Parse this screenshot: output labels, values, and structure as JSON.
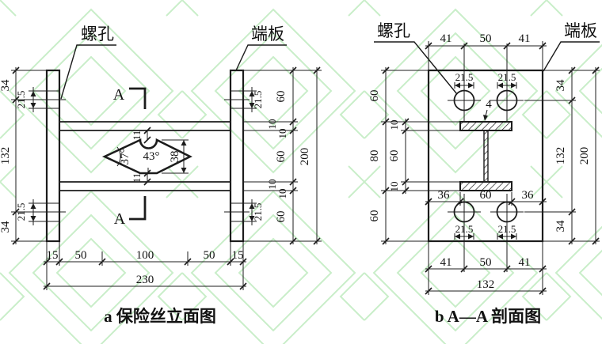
{
  "watermark_color": "#c9eec9",
  "fig_a": {
    "caption": "a 保险丝立面图",
    "screw_hole_label": "螺孔",
    "end_plate_label": "端板",
    "section_letter": "A",
    "dims": {
      "left_top": "34",
      "left_mid": "132",
      "left_bot": "34",
      "hole_tl": "21.5",
      "hole_bl": "21.5",
      "hole_tr": "21.5",
      "hole_br": "21.5",
      "right_seg1": "60",
      "right_rail1a": "10",
      "right_rail1b": "10",
      "right_seg2": "60",
      "right_rail2a": "10",
      "right_rail2b": "10",
      "right_seg3": "60",
      "right_total": "200",
      "bot1": "15",
      "bot2": "50",
      "bot3": "100",
      "bot4": "50",
      "bot5": "15",
      "bot_total": "230",
      "gap_top": "11",
      "gap_bot": "11",
      "fuse_height": "38",
      "angle_left": "37°",
      "angle_mid": "43°"
    }
  },
  "fig_b": {
    "caption": "b A—A 剖面图",
    "screw_hole_label": "螺孔",
    "end_plate_label": "端板",
    "dims": {
      "top1": "41",
      "top2": "50",
      "top3": "41",
      "hole_tl": "21.5",
      "hole_tr": "21.5",
      "hole_bl": "21.5",
      "hole_br": "21.5",
      "web": "4",
      "flange1": "36",
      "flange2": "60",
      "flange3": "36",
      "left_top": "60",
      "left_mid": "80",
      "left_bot": "60",
      "web_top_fl": "10",
      "web_mid": "60",
      "web_bot_fl": "10",
      "right_top": "34",
      "right_mid": "132",
      "right_bot": "34",
      "right_total": "200",
      "bot1": "41",
      "bot2": "50",
      "bot3": "41",
      "bot_total": "132"
    }
  }
}
